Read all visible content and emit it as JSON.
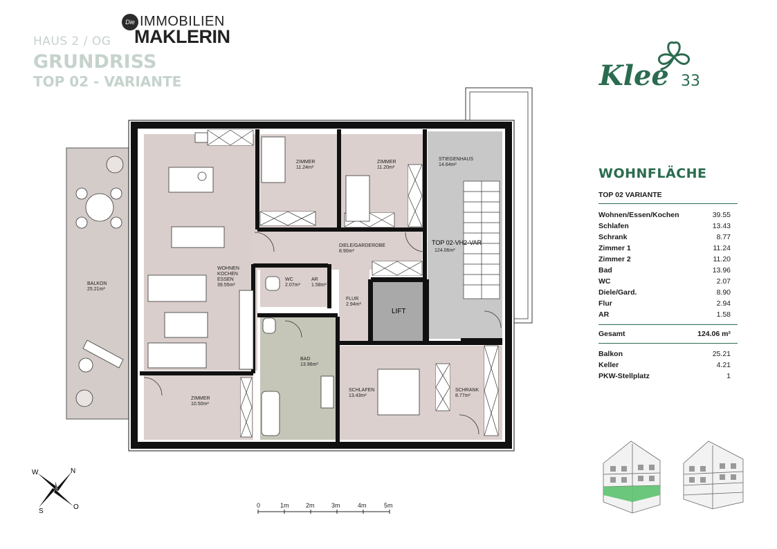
{
  "header": {
    "line1": "HAUS 2 / OG",
    "line2": "GRUNDRISS",
    "line3": "TOP 02 - VARIANTE"
  },
  "agency": {
    "die": "Die",
    "name1": "IMMOBILIEN",
    "name2": "MAKLERIN"
  },
  "brand": {
    "word": "Klee",
    "number": "33",
    "color": "#2b6b4f"
  },
  "area_table": {
    "title": "WOHNFLÄCHE",
    "subtitle": "TOP 02 VARIANTE",
    "rows": [
      {
        "name": "Wohnen/Essen/Kochen",
        "value": "39.55"
      },
      {
        "name": "Schlafen",
        "value": "13.43"
      },
      {
        "name": "Schrank",
        "value": "8.77"
      },
      {
        "name": "Zimmer 1",
        "value": "11.24"
      },
      {
        "name": "Zimmer 2",
        "value": "11.20"
      },
      {
        "name": "Bad",
        "value": "13.96"
      },
      {
        "name": "WC",
        "value": "2.07"
      },
      {
        "name": "Diele/Gard.",
        "value": "8.90"
      },
      {
        "name": "Flur",
        "value": "2.94"
      },
      {
        "name": "AR",
        "value": "1.58"
      }
    ],
    "total": {
      "name": "Gesamt",
      "value": "124.06 m²"
    },
    "extras": [
      {
        "name": "Balkon",
        "value": "25.21"
      },
      {
        "name": "Keller",
        "value": "4.21"
      },
      {
        "name": "PKW-Stellplatz",
        "value": "1"
      }
    ]
  },
  "rooms": {
    "zimmer1": {
      "name": "ZIMMER",
      "area": "11.24m²"
    },
    "zimmer2": {
      "name": "ZIMMER",
      "area": "11.20m²"
    },
    "stiegenhaus": {
      "name": "STIEGENHAUS",
      "area": "14.64m²"
    },
    "wohnen": {
      "l1": "WOHNEN",
      "l2": "KOCHEN",
      "l3": "ESSEN",
      "area": "39.55m²"
    },
    "diele": {
      "name": "DIELE/GARDEROBE",
      "area": "8.90m²"
    },
    "top": {
      "name": "TOP 02-VH2-VAR",
      "area": "124.06m²"
    },
    "wc": {
      "name": "WC",
      "area": "2.07m²"
    },
    "ar": {
      "name": "AR",
      "area": "1.58m²"
    },
    "flur": {
      "name": "FLUR",
      "area": "2.94m²"
    },
    "lift": {
      "name": "LIFT"
    },
    "balkon": {
      "name": "BALKON",
      "area": "25.21m²"
    },
    "bad": {
      "name": "BAD",
      "area": "13.96m²"
    },
    "schlafen": {
      "name": "SCHLAFEN",
      "area": "13.43m²"
    },
    "schrank": {
      "name": "SCHRANK",
      "area": "8.77m²"
    },
    "zimmer3": {
      "name": "ZIMMER",
      "area": "10.50m²"
    }
  },
  "compass": {
    "n": "N",
    "o": "O",
    "s": "S",
    "w": "W"
  },
  "scale": [
    "0",
    "1m",
    "2m",
    "3m",
    "4m",
    "5m"
  ],
  "colors": {
    "living": "#d9cecb",
    "room": "#dbd0cd",
    "stair": "#c8c8c8",
    "bath": "#c5c5b8",
    "balcony": "#d4ccc8",
    "wall": "#111111"
  }
}
